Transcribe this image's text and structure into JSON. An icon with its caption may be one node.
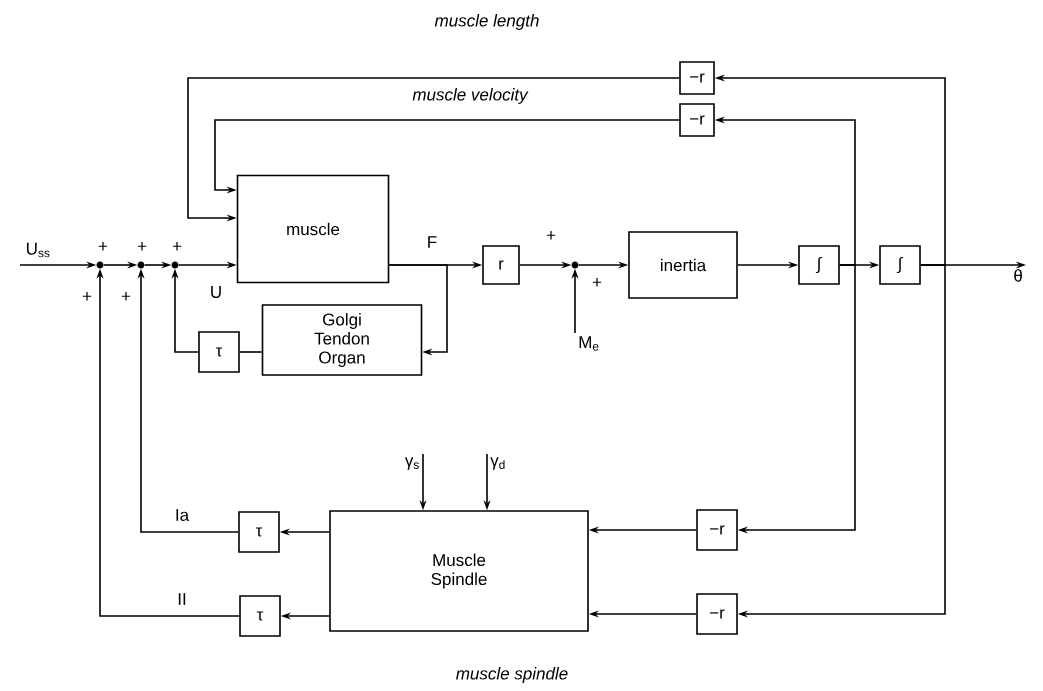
{
  "diagram": {
    "nodes": [
      {
        "text": [
          "muscle"
        ]
      },
      {
        "text": [
          "Golgi Tendon Organ"
        ]
      },
      {
        "text": [
          "τ"
        ]
      },
      {
        "text": [
          "r"
        ]
      },
      {
        "text": [
          "inertia"
        ]
      },
      {
        "text": [
          "∫"
        ]
      },
      {
        "text": [
          "∫"
        ]
      },
      {
        "text": [
          "−r"
        ]
      },
      {
        "text": [
          "−r"
        ]
      },
      {
        "text": [
          "Muscle Spindle"
        ]
      },
      {
        "text": [
          "τ"
        ]
      },
      {
        "text": [
          "τ"
        ]
      },
      {
        "text": [
          "−r"
        ]
      },
      {
        "text": [
          "−r"
        ]
      },
      {
        "text": [],
        "shape": "circle"
      },
      {
        "text": [],
        "shape": "circle"
      },
      {
        "text": [],
        "shape": "circle"
      },
      {
        "text": [],
        "shape": "circle"
      },
      {
        "text": [
          "M$_{e}$"
        ]
      },
      {
        "text": [
          "γ$_{s}$"
        ]
      },
      {
        "text": [
          "γ$_{d}$"
        ]
      },
      {
        "text": [
          "θ"
        ]
      }
    ],
    "edges": [
      {
        "from": null,
        "to": 14,
        "arrow": "to"
      },
      {
        "from": 14,
        "to": 15,
        "arrow": "to"
      },
      {
        "from": 15,
        "to": 16,
        "arrow": "to"
      },
      {
        "from": 16,
        "to": 0,
        "arrow": "to",
        "label": "U"
      },
      {
        "from": 0,
        "to": 3,
        "arrow": "to",
        "label": "F"
      },
      {
        "from": 0,
        "to": 1,
        "arrow": "to"
      },
      {
        "from": 1,
        "to": 2,
        "arrow": "none"
      },
      {
        "from": 2,
        "to": 16,
        "arrow": "to"
      },
      {
        "from": 3,
        "to": 17,
        "arrow": "to"
      },
      {
        "from": 18,
        "to": 17,
        "arrow": "to"
      },
      {
        "from": 17,
        "to": 4,
        "arrow": "to"
      },
      {
        "from": 4,
        "to": 5,
        "arrow": "to"
      },
      {
        "from": 5,
        "to": 6,
        "arrow": "to"
      },
      {
        "from": 6,
        "to": 21,
        "arrow": "to"
      },
      {
        "from": 5,
        "to": 8,
        "arrow": "to"
      },
      {
        "from": 5,
        "to": 12,
        "arrow": "to"
      },
      {
        "from": 6,
        "to": 7,
        "arrow": "to"
      },
      {
        "from": 6,
        "to": 13,
        "arrow": "to"
      },
      {
        "from": 7,
        "to": 0,
        "arrow": "to",
        "label": "muscle length"
      },
      {
        "from": 8,
        "to": 0,
        "arrow": "to",
        "label": "muscle velocity"
      },
      {
        "from": 12,
        "to": 9,
        "arrow": "to"
      },
      {
        "from": 13,
        "to": 9,
        "arrow": "to"
      },
      {
        "from": 9,
        "to": 10,
        "arrow": "to"
      },
      {
        "from": 9,
        "to": 11,
        "arrow": "to"
      },
      {
        "from": 10,
        "to": 15,
        "arrow": "to",
        "label": "Ia"
      },
      {
        "from": 11,
        "to": 14,
        "arrow": "to",
        "label": "II"
      },
      {
        "from": 19,
        "to": 9,
        "arrow": "to"
      },
      {
        "from": 20,
        "to": 9,
        "arrow": "to"
      }
    ],
    "labels": [
      "U$_{ss}$",
      "+",
      "+",
      "+",
      "+",
      "+",
      "+",
      "+",
      "muscle spindle"
    ]
  }
}
